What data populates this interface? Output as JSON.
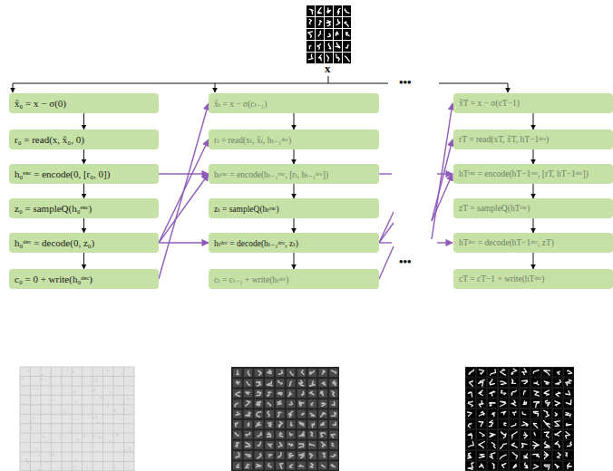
{
  "diagram": {
    "nodes": [
      {
        "text": [
          "x̂₀ = x − σ(0)"
        ]
      },
      {
        "text": [
          "r₀ = read(x, x̂₀, 0)"
        ]
      },
      {
        "text": [
          "h₀ᵉⁿᶜ = encode(0, [r₀, 0])"
        ]
      },
      {
        "text": [
          "z₀ = sampleQ(h₀ᵉⁿᶜ)"
        ]
      },
      {
        "text": [
          "h₀ᵈᵉᶜ = decode(0, z₀)"
        ]
      },
      {
        "text": [
          "c₀ = 0 + write(h₀ᵈᵉᶜ)"
        ]
      },
      {
        "text": [
          "x̂ₜ = x − σ(cₜ₋₁)"
        ]
      },
      {
        "text": [
          "rₜ = read(xₜ, x̂ₜ, hₜ₋₁ᵈᵉᶜ)"
        ]
      },
      {
        "text": [
          "hₜᵉⁿᶜ = encode(hₜ₋₁ᵉⁿᶜ, [rₜ, hₜ₋₁ᵈᵉᶜ])"
        ]
      },
      {
        "text": [
          "zₜ = sampleQ(hₜᵉⁿᶜ)"
        ]
      },
      {
        "text": [
          "hₜᵈᵉᶜ = decode(hₜ₋₁ᵈᵉᶜ, zₜ)"
        ]
      },
      {
        "text": [
          "cₜ = cₜ₋₁ + write(hₜᵈᵉᶜ)"
        ]
      },
      {
        "text": [
          "x̂T = x − σ(cT−1)"
        ]
      },
      {
        "text": [
          "rT = read(xT, x̂T, hT−1ᵈᵉᶜ)"
        ]
      },
      {
        "text": [
          "hTᵉⁿᶜ = encode(hT−1ᵉⁿᶜ, [rT, hT−1ᵈᵉᶜ])"
        ]
      },
      {
        "text": [
          "zT = sampleQ(hTᵉⁿᶜ)"
        ]
      },
      {
        "text": [
          "hTᵈᵉᶜ = decode(hT−1ᵈᵉᶜ, zT)"
        ]
      },
      {
        "text": [
          "cT = cT−1 + write(hTᵈᵉᶜ)"
        ]
      }
    ],
    "edges": [
      {
        "from": 0,
        "to": 1,
        "arrow": "to"
      },
      {
        "from": 1,
        "to": 2,
        "arrow": "to"
      },
      {
        "from": 2,
        "to": 3,
        "arrow": "to"
      },
      {
        "from": 3,
        "to": 4,
        "arrow": "to"
      },
      {
        "from": 4,
        "to": 5,
        "arrow": "to"
      },
      {
        "from": 2,
        "to": 8,
        "arrow": "to"
      },
      {
        "from": 4,
        "to": 7,
        "arrow": "to"
      },
      {
        "from": 4,
        "to": 8,
        "arrow": "to"
      },
      {
        "from": 4,
        "to": 10,
        "arrow": "to"
      },
      {
        "from": 5,
        "to": 6,
        "arrow": "to"
      },
      {
        "from": 6,
        "to": 7,
        "arrow": "to"
      },
      {
        "from": 7,
        "to": 8,
        "arrow": "to"
      },
      {
        "from": 8,
        "to": 9,
        "arrow": "to"
      },
      {
        "from": 9,
        "to": 10,
        "arrow": "to"
      },
      {
        "from": 10,
        "to": 11,
        "arrow": "to"
      },
      {
        "from": 12,
        "to": 13,
        "arrow": "to"
      },
      {
        "from": 13,
        "to": 14,
        "arrow": "to"
      },
      {
        "from": 14,
        "to": 15,
        "arrow": "to"
      },
      {
        "from": 15,
        "to": 16,
        "arrow": "to"
      },
      {
        "from": 16,
        "to": 17,
        "arrow": "to"
      }
    ],
    "labels": [
      "x",
      "•••",
      "•••"
    ]
  }
}
